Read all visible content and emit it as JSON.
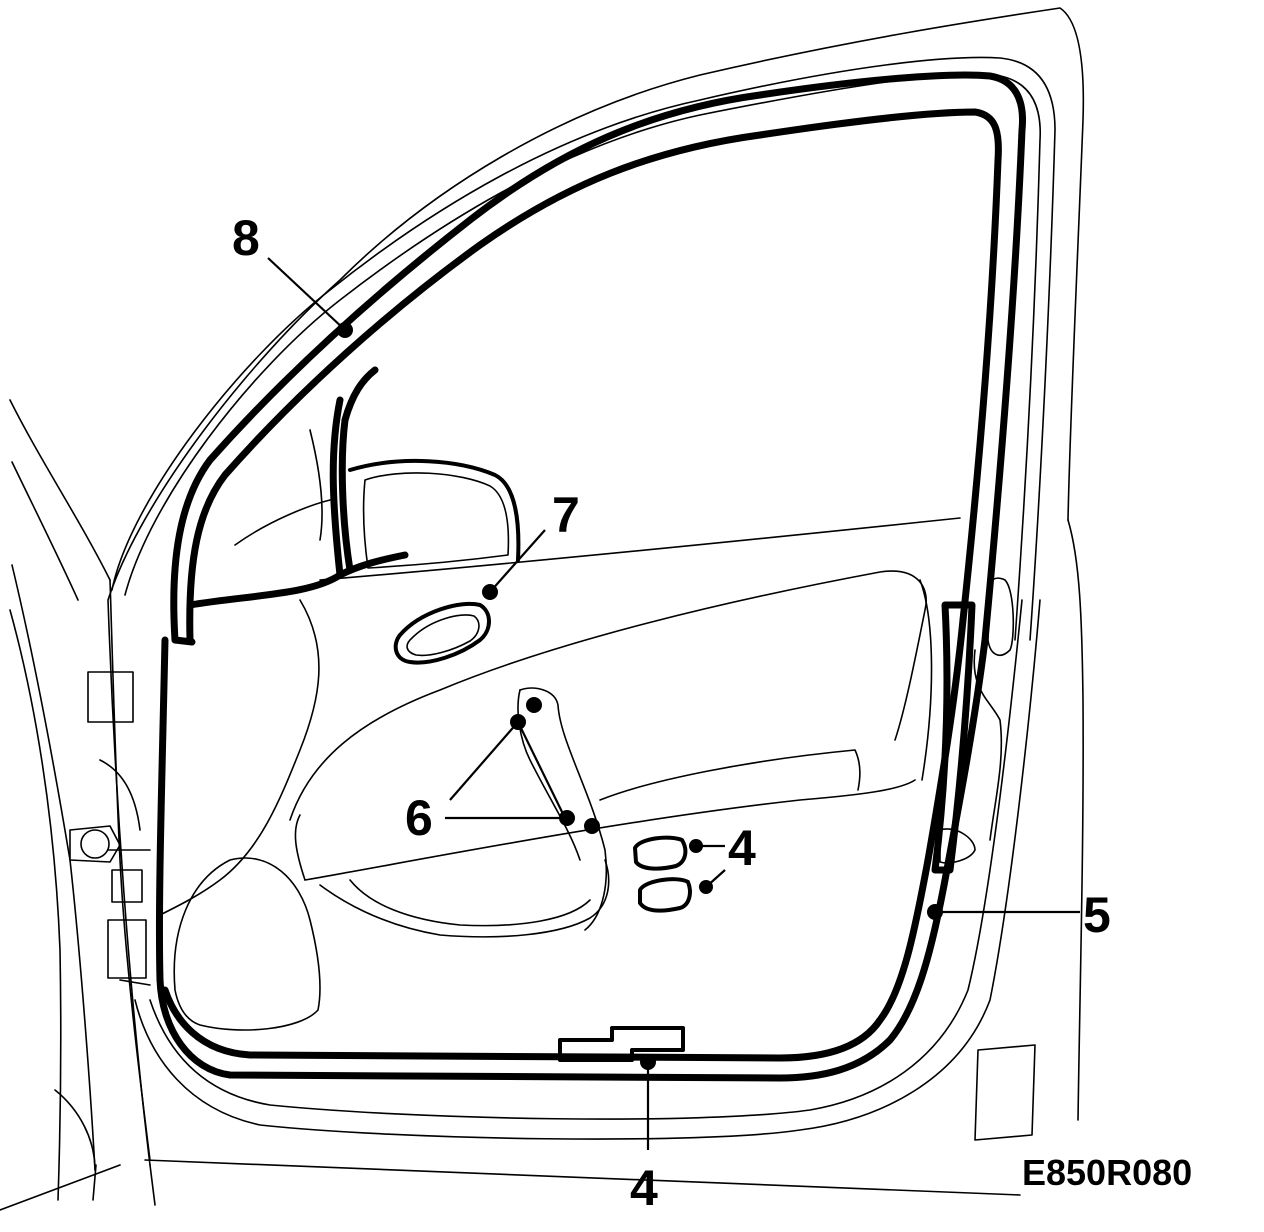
{
  "diagram": {
    "reference_code": "E850R080",
    "callouts": {
      "label_8": "8",
      "label_7": "7",
      "label_6": "6",
      "label_4_switch": "4",
      "label_5": "5",
      "label_4_bottom": "4"
    }
  }
}
